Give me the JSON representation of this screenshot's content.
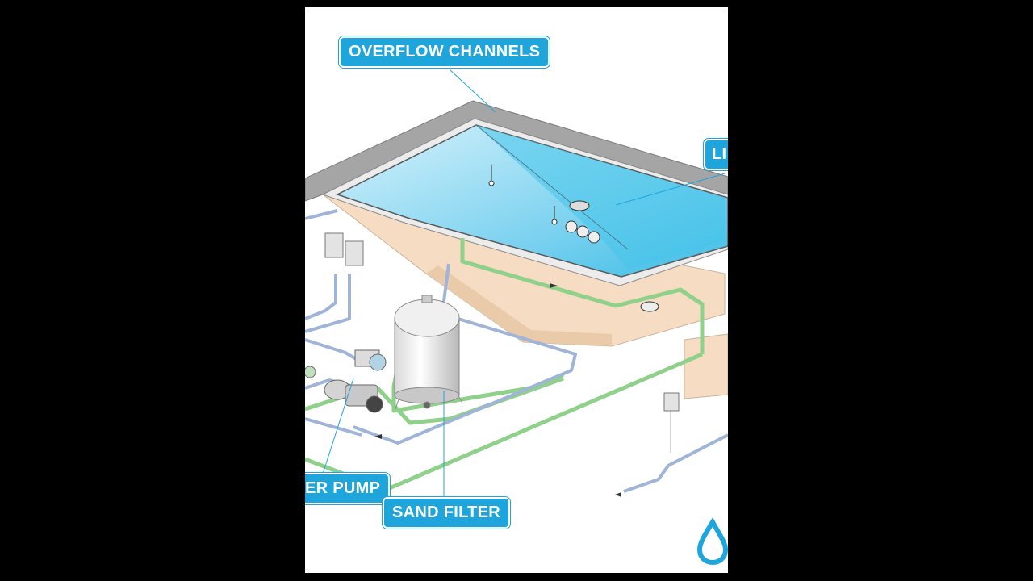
{
  "labels": {
    "overflow_channels": "OVERFLOW CHANNELS",
    "light": "LI",
    "pump": "ER PUMP",
    "sand_filter": "SAND FILTER"
  },
  "colors": {
    "label_bg": "#1ea6dc",
    "water": "#7fd3f0",
    "wall": "#f5dcc2",
    "rim": "#9a9a9a",
    "pipe_green": "#8fd08a",
    "pipe_blue": "#9fb4d6",
    "background": "#000000",
    "panel": "#ffffff"
  },
  "icons": [
    "water-drop-logo-icon",
    "sand-filter-tank-icon",
    "pump-icon",
    "control-box-icon"
  ]
}
